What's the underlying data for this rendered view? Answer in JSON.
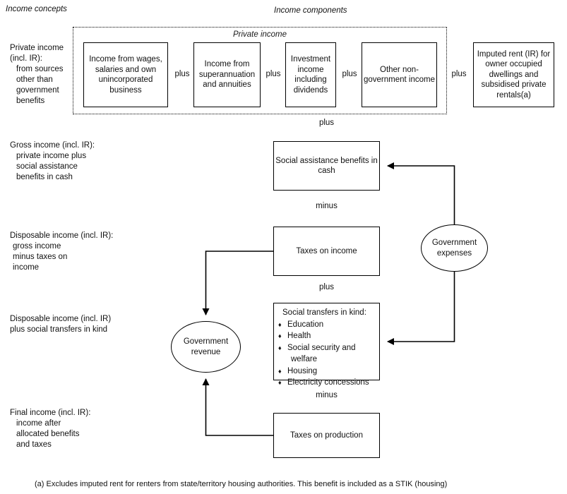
{
  "headers": {
    "left": "Income concepts",
    "right": "Income components"
  },
  "concepts": [
    {
      "id": "private-income",
      "title": "Private income",
      "title2": "(incl. IR):",
      "lines": [
        "from sources",
        "other than",
        "government",
        "benefits"
      ]
    },
    {
      "id": "gross-income",
      "title": "Gross income (incl. IR):",
      "lines": [
        "private income plus",
        "social assistance",
        "benefits in cash"
      ]
    },
    {
      "id": "disposable-income",
      "title": "Disposable income (incl. IR):",
      "lines": [
        "gross income",
        "minus taxes on",
        "income"
      ]
    },
    {
      "id": "disposable-plus-stik",
      "title": "Disposable income (incl. IR)",
      "lines": [
        "plus social transfers in kind"
      ]
    },
    {
      "id": "final-income",
      "title": "Final income (incl. IR):",
      "lines": [
        "income after",
        "allocated benefits",
        "and taxes"
      ]
    }
  ],
  "private_income_group": {
    "label": "Private income",
    "boxes": [
      "Income from wages, salaries and own unincorporated business",
      "Income from superannuation and annuities",
      "Investment income including dividends",
      "Other non-government income"
    ],
    "operators": [
      "plus",
      "plus",
      "plus"
    ]
  },
  "imputed_rent": {
    "operator": "plus",
    "label": "Imputed rent (IR) for owner occupied dwellings and subsidised private rentals(a)"
  },
  "flow": {
    "op_plus_top": "plus",
    "social_assistance": "Social assistance benefits in cash",
    "op_minus_1": "minus",
    "taxes_on_income": "Taxes on income",
    "op_plus_mid": "plus",
    "op_minus_2": "minus",
    "taxes_on_production": "Taxes on production",
    "government_expenses": "Government expenses",
    "government_revenue": "Government revenue"
  },
  "stik": {
    "heading": "Social transfers in kind:",
    "bullet": "♦",
    "items": [
      {
        "text": "Education",
        "cont": ""
      },
      {
        "text": "Health",
        "cont": ""
      },
      {
        "text": "Social security and",
        "cont": "welfare"
      },
      {
        "text": "Housing",
        "cont": ""
      },
      {
        "text": "Electricity concessions",
        "cont": ""
      }
    ]
  },
  "footnote": "(a) Excludes imputed rent for renters from state/territory housing authorities. This benefit is included as a STIK (housing)"
}
